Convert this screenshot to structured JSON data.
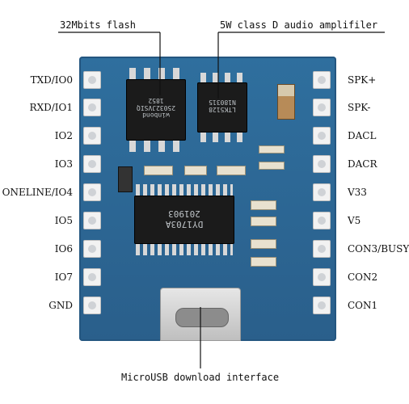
{
  "annotations": {
    "flash": "32Mbits flash",
    "amplifier": "5W class D audio amplifiler",
    "usb": "MicroUSB download interface"
  },
  "chips": {
    "flash_text": "winbond 25032JVSIQ 1852",
    "amp_text": "LTK5128 N180315",
    "mcu_text": "DY1703A 201903"
  },
  "left_pins": [
    "TXD/IO0",
    "RXD/IO1",
    "IO2",
    "IO3",
    "ONELINE/IO4",
    "IO5",
    "IO6",
    "IO7",
    "GND"
  ],
  "right_pins": [
    "SPK+",
    "SPK-",
    "DACL",
    "DACR",
    "V33",
    "V5",
    "CON3/BUSY",
    "CON2",
    "CON1"
  ],
  "colors": {
    "board": "#2f6f9e",
    "pad": "#f2f2f2",
    "chip": "#1b1b1b"
  }
}
